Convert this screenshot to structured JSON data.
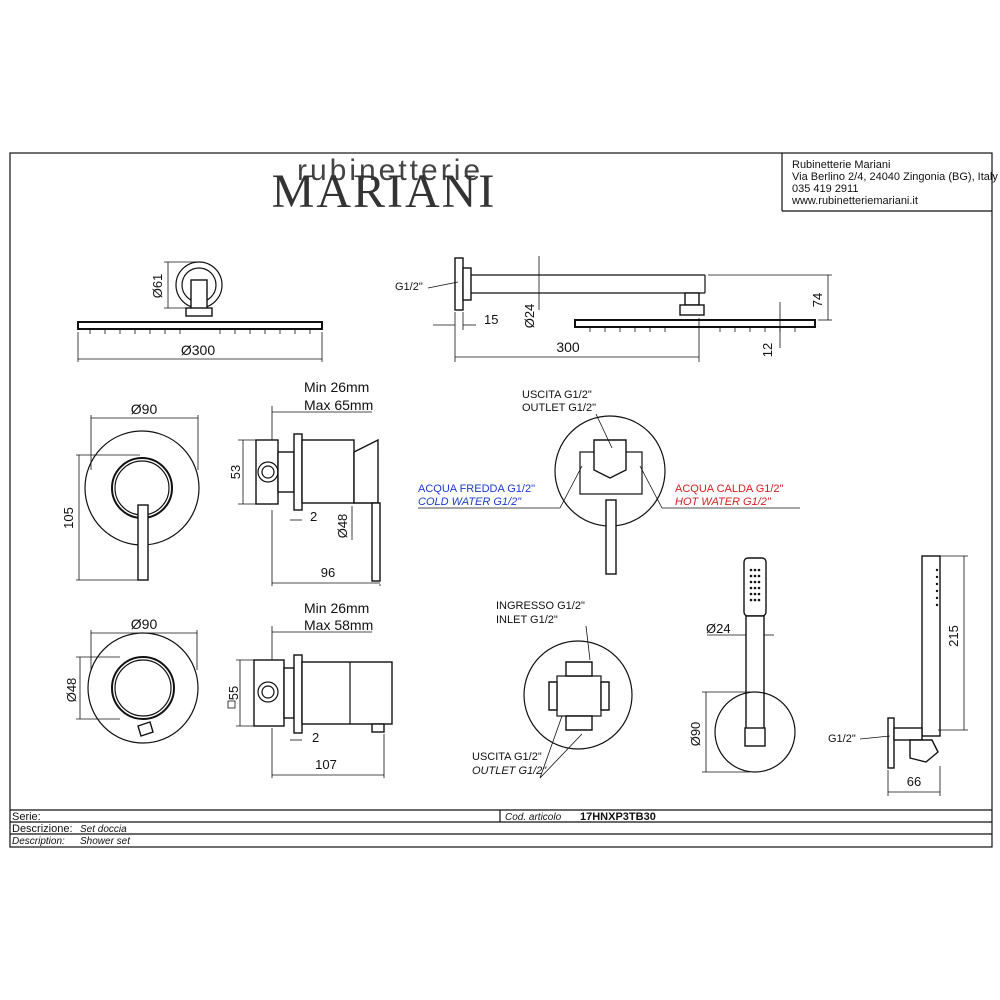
{
  "brand": {
    "logo_top": "rubinetterie",
    "logo_main": "MARIANI"
  },
  "company": {
    "name": "Rubinetterie Mariani",
    "address": "Via Berlino 2/4, 24040 Zingonia (BG), Italy",
    "phone": "035 419 2911",
    "web": "www.rubinetteriemariani.it"
  },
  "shower_head": {
    "dia_arm": "Ø61",
    "dia_head": "Ø300",
    "g_label": "G1/2\"",
    "dim_15": "15",
    "dia_24": "Ø24",
    "dim_300": "300",
    "dim_74": "74",
    "dim_12": "12"
  },
  "mixer": {
    "dia_90": "Ø90",
    "dim_105": "105",
    "min": "Min 26mm",
    "max": "Max 65mm",
    "dim_53": "53",
    "dim_2": "2",
    "dia_48": "Ø48",
    "dim_96": "96",
    "outlet_it": "USCITA G1/2\"",
    "outlet_en": "OUTLET G1/2\"",
    "cold_it": "ACQUA FREDDA G1/2\"",
    "cold_en": "COLD WATER G1/2\"",
    "hot_it": "ACQUA CALDA G1/2\"",
    "hot_en": "HOT WATER G1/2\"",
    "cold_color": "#1a3ccc",
    "hot_color": "#d42020"
  },
  "diverter": {
    "dia_90": "Ø90",
    "dia_48": "Ø48",
    "min": "Min 26mm",
    "max": "Max 58mm",
    "dim_55": "55",
    "dim_2": "2",
    "dim_107": "107",
    "inlet_it": "INGRESSO G1/2\"",
    "inlet_en": "INLET G1/2\"",
    "outlet_it": "USCITA G1/2\"",
    "outlet_en": "OUTLET G1/2\""
  },
  "hand_shower": {
    "dia_24": "Ø24",
    "dia_90": "Ø90",
    "dim_215": "215",
    "g_label": "G1/2\"",
    "dim_66": "66"
  },
  "title_block": {
    "serie_label": "Serie:",
    "cod_label": "Cod. articolo",
    "cod_value": "17HNXP3TB30",
    "descrizione_label": "Descrizione:",
    "descrizione_value": "Set doccia",
    "description_label": "Description:",
    "description_value": "Shower set"
  }
}
